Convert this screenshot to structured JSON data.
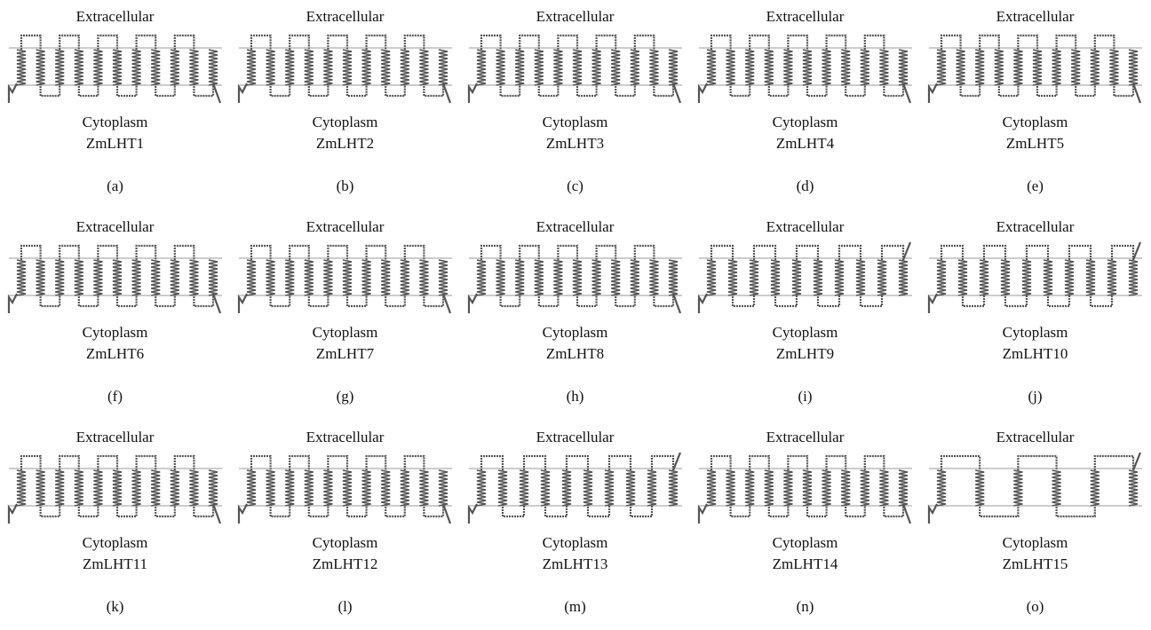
{
  "labels": {
    "extracellular": "Extracellular",
    "cytoplasm": "Cytoplasm"
  },
  "panels": [
    {
      "letter": "(a)",
      "name": "ZmLHT1"
    },
    {
      "letter": "(b)",
      "name": "ZmLHT2"
    },
    {
      "letter": "(c)",
      "name": "ZmLHT3"
    },
    {
      "letter": "(d)",
      "name": "ZmLHT4"
    },
    {
      "letter": "(e)",
      "name": "ZmLHT5"
    },
    {
      "letter": "(f)",
      "name": "ZmLHT6"
    },
    {
      "letter": "(g)",
      "name": "ZmLHT7"
    },
    {
      "letter": "(h)",
      "name": "ZmLHT8"
    },
    {
      "letter": "(i)",
      "name": "ZmLHT9"
    },
    {
      "letter": "(j)",
      "name": "ZmLHT10"
    },
    {
      "letter": "(k)",
      "name": "ZmLHT11"
    },
    {
      "letter": "(l)",
      "name": "ZmLHT12"
    },
    {
      "letter": "(m)",
      "name": "ZmLHT13"
    },
    {
      "letter": "(n)",
      "name": "ZmLHT14"
    },
    {
      "letter": "(o)",
      "name": "ZmLHT15"
    }
  ],
  "colors": {
    "membrane_line": "#999999",
    "residue": "#555555"
  }
}
